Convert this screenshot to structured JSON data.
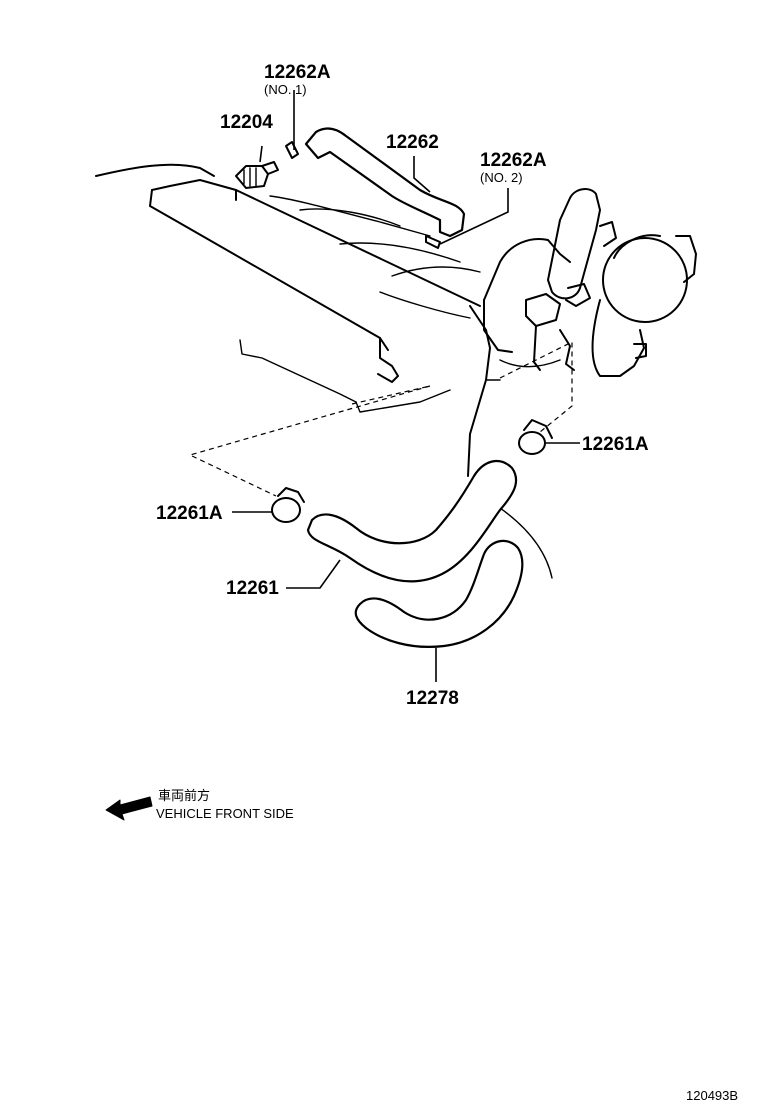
{
  "labels": {
    "p12262A_no1": "12262A",
    "p12262A_no1_sub": "(NO. 1)",
    "p12204": "12204",
    "p12262": "12262",
    "p12262A_no2": "12262A",
    "p12262A_no2_sub": "(NO. 2)",
    "p12261A_right": "12261A",
    "p12261A_left": "12261A",
    "p12261": "12261",
    "p12278": "12278"
  },
  "legend": {
    "japanese": "車両前方",
    "english": "VEHICLE FRONT SIDE"
  },
  "figure_id": "120493B",
  "icons": [
    "front-arrow-icon"
  ]
}
